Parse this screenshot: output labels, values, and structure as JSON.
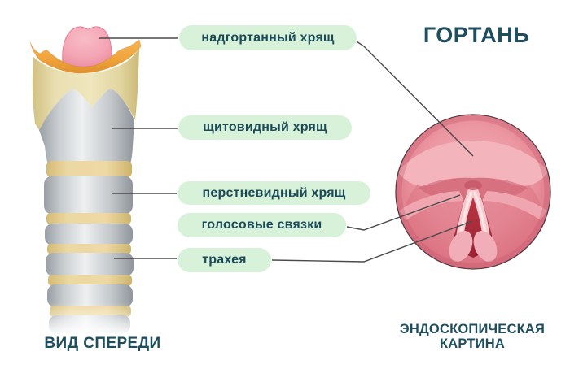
{
  "title": {
    "text": "ГОРТАНЬ"
  },
  "labels": [
    {
      "text": "надгортанный хрящ"
    },
    {
      "text": "щитовидный хрящ"
    },
    {
      "text": "перстневидный хрящ"
    },
    {
      "text": "голосовые связки"
    },
    {
      "text": "трахея"
    }
  ],
  "captions": {
    "front_view": "ВИД СПЕРЕДИ",
    "endoscopic_line1": "ЭНДОСКОПИЧЕСКАЯ",
    "endoscopic_line2": "КАРТИНА"
  },
  "colors": {
    "background": "#ffffff",
    "label_pill_green": "#d7f2d9",
    "text_dark_teal": "#1f4e5e",
    "leader_line": "#4a4a4a",
    "epiglottis_pink": "#f4a5b4",
    "hyoid_orange": "#f2a742",
    "membrane_cream": "#e8dcae",
    "cartilage_gray": "#c3c7cb",
    "trachea_ring_tan": "#e9d49b",
    "endoscopy_rim_pink": "#e2808d",
    "glottis_dark_red": "#a72b3a"
  },
  "illustration_parts": {
    "front_view": [
      "epiglottis",
      "hyoid-band",
      "thyrohyoid-membrane",
      "thyroid-cartilage",
      "cricothyroid-band",
      "cricoid-cartilage",
      "trachea-rings"
    ],
    "endoscopic_view": [
      "epiglottis-arc",
      "vestibular-folds",
      "vocal-folds",
      "glottis-opening"
    ]
  }
}
